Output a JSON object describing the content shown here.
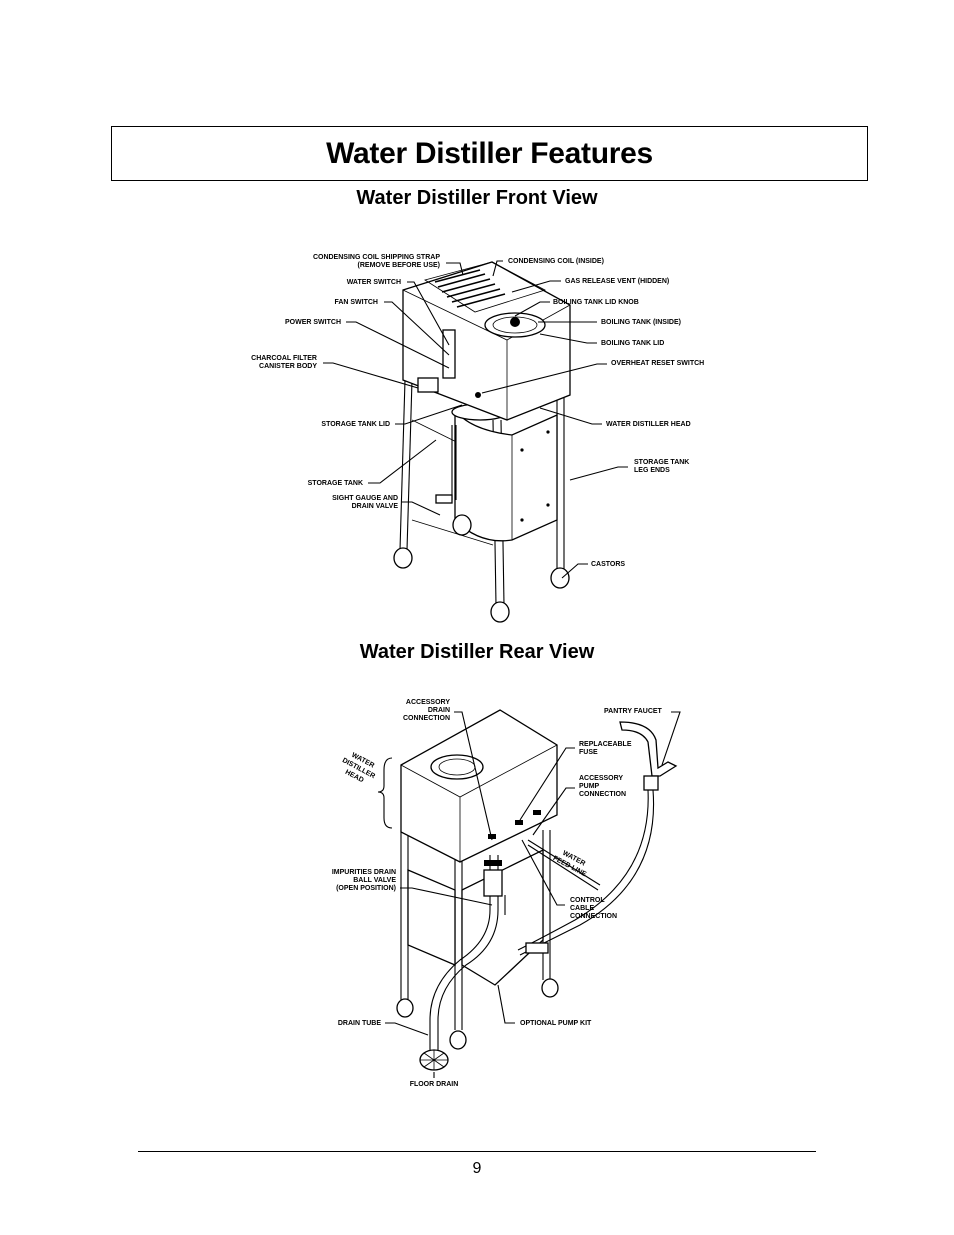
{
  "page_title": "Water Distiller Features",
  "front_view": {
    "heading": "Water Distiller Front View",
    "labels": {
      "condensing_coil_strap_1": "CONDENSING COIL SHIPPING STRAP",
      "condensing_coil_strap_2": "(REMOVE BEFORE USE)",
      "water_switch": "WATER SWITCH",
      "fan_switch": "FAN SWITCH",
      "power_switch": "POWER SWITCH",
      "charcoal_filter_1": "CHARCOAL FILTER",
      "charcoal_filter_2": "CANISTER BODY",
      "storage_tank_lid": "STORAGE TANK LID",
      "storage_tank": "STORAGE TANK",
      "sight_gauge_1": "SIGHT GAUGE AND",
      "sight_gauge_2": "DRAIN VALVE",
      "condensing_coil": "CONDENSING COIL (INSIDE)",
      "gas_release_vent": "GAS RELEASE VENT (HIDDEN)",
      "boiling_tank_lid_knob": "BOILING TANK LID KNOB",
      "boiling_tank_inside": "BOILING TANK (INSIDE)",
      "boiling_tank_lid": "BOILING TANK LID",
      "overheat_reset": "OVERHEAT RESET SWITCH",
      "water_distiller_head": "WATER DISTILLER HEAD",
      "leg_ends_1": "STORAGE TANK",
      "leg_ends_2": "LEG ENDS",
      "castors": "CASTORS"
    }
  },
  "rear_view": {
    "heading": "Water Distiller Rear View",
    "labels": {
      "accessory_drain_1": "ACCESSORY",
      "accessory_drain_2": "DRAIN",
      "accessory_drain_3": "CONNECTION",
      "pantry_faucet": "PANTRY FAUCET",
      "replaceable_fuse_1": "REPLACEABLE",
      "replaceable_fuse_2": "FUSE",
      "accessory_pump_1": "ACCESSORY",
      "accessory_pump_2": "PUMP",
      "accessory_pump_3": "CONNECTION",
      "head_1": "WATER",
      "head_2": "DISTILLER",
      "head_3": "HEAD",
      "impurities_1": "IMPURITIES DRAIN",
      "impurities_2": "BALL VALVE",
      "impurities_3": "(OPEN POSITION)",
      "feed_line_1": "WATER",
      "feed_line_2": "FEED LINE",
      "control_cable_1": "CONTROL",
      "control_cable_2": "CABLE",
      "control_cable_3": "CONNECTION",
      "drain_tube": "DRAIN TUBE",
      "optional_pump_kit": "OPTIONAL PUMP KIT",
      "floor_drain": "FLOOR DRAIN"
    }
  },
  "page_number": "9"
}
